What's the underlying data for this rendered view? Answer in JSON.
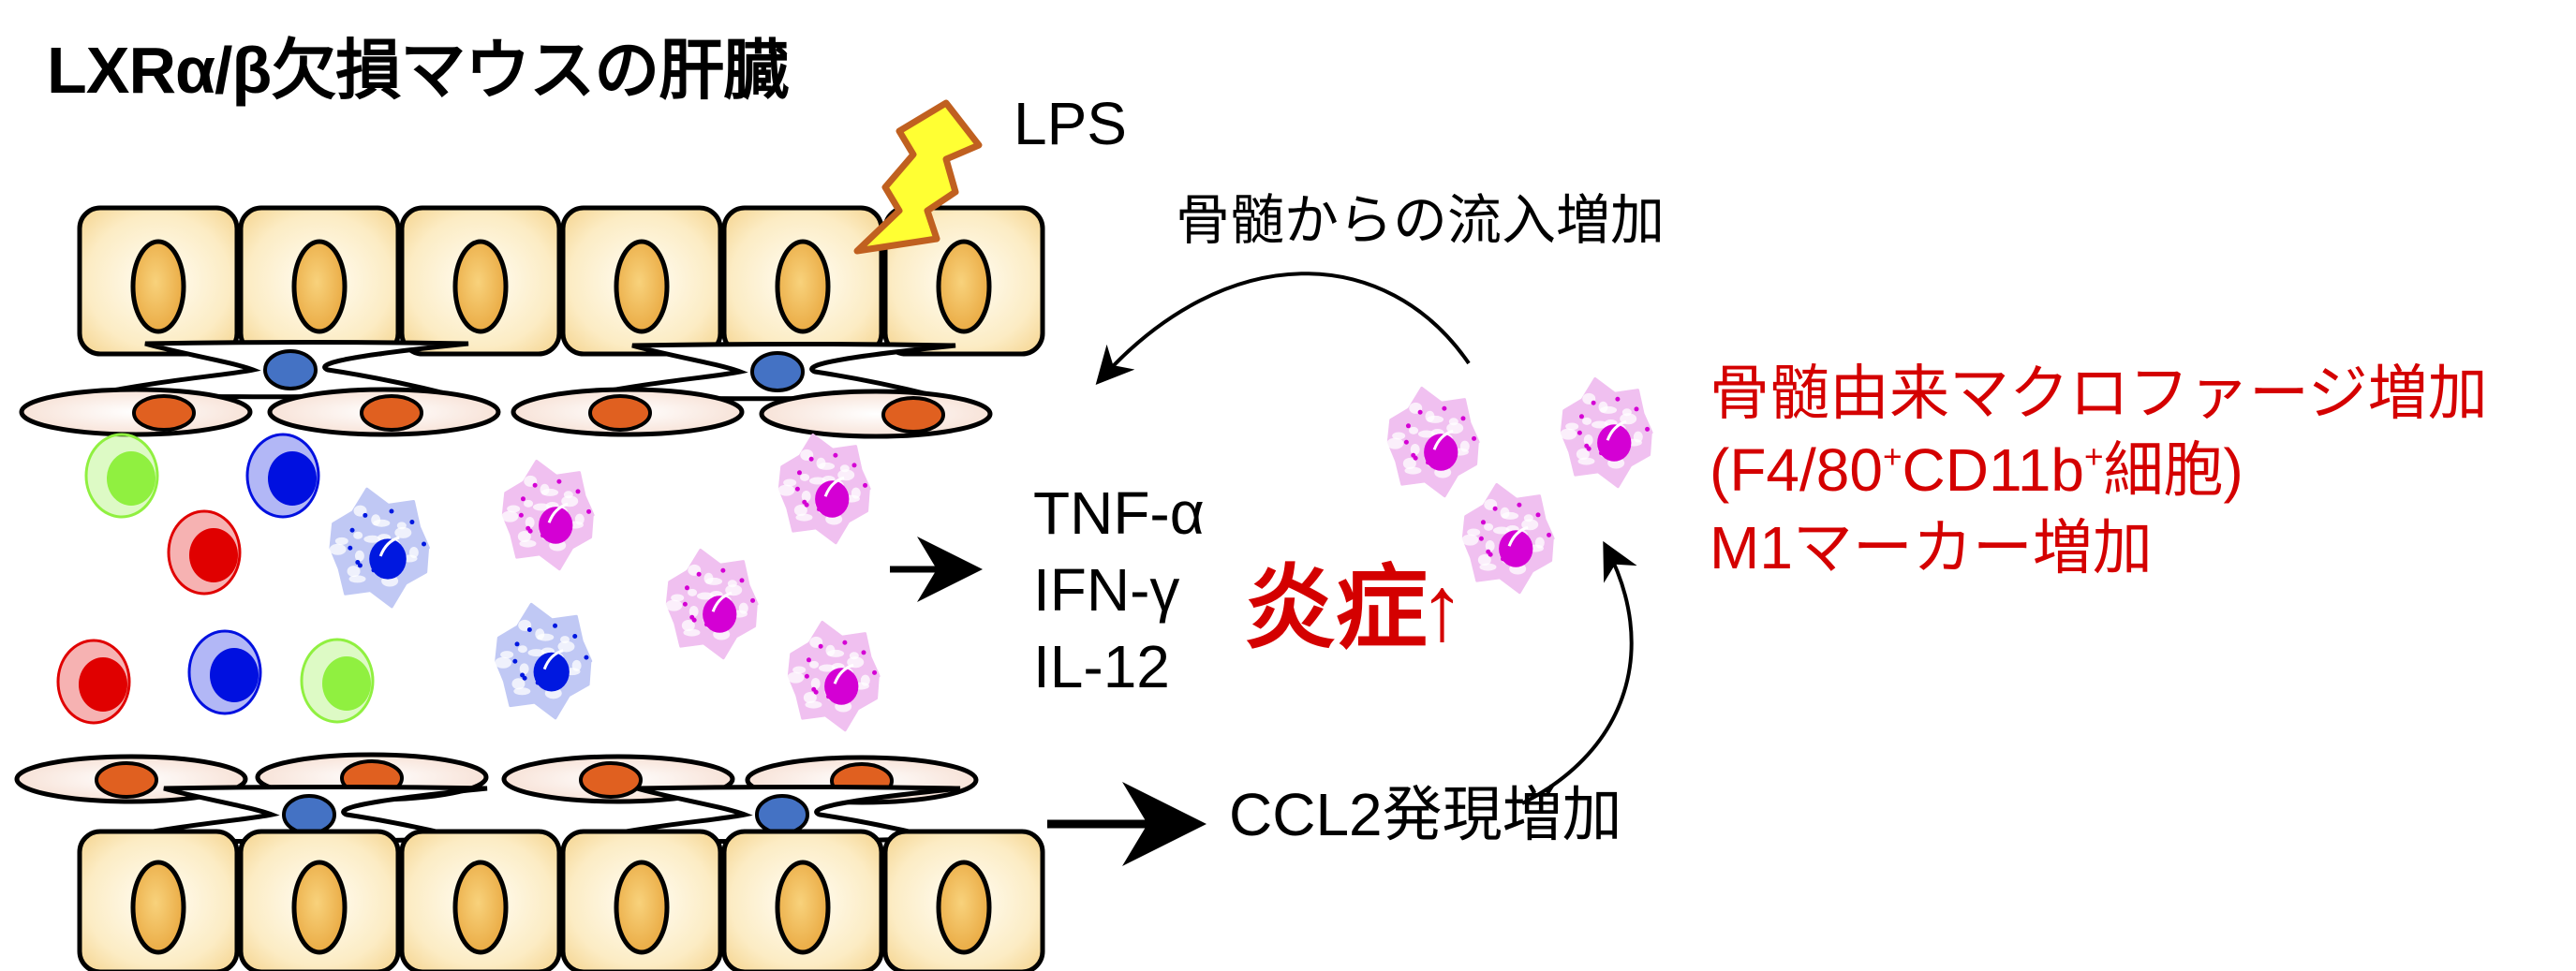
{
  "title": "LXRα/β欠損マウスの肝臓",
  "stimulus": {
    "label": "LPS",
    "icon": "lightning-bolt-icon"
  },
  "influx_label": "骨髄からの流入増加",
  "cytokines": [
    "TNF-α",
    "IFN-γ",
    "IL-12"
  ],
  "inflammation": {
    "label": "炎症",
    "arrow": "↑"
  },
  "macrophage_findings": {
    "line1": "骨髄由来マクロファージ増加",
    "line2_prefix": "(F4/80",
    "line2_sup1": "+",
    "line2_mid": "CD11b",
    "line2_sup2": "+",
    "line2_suffix": "細胞)",
    "line3": "M1マーカー増加"
  },
  "ccl2_label": "CCL2発現増加",
  "colors": {
    "hepatocyte_fill": "#fbe6b8",
    "hepatocyte_nucleus": "#f0b450",
    "stellate_nucleus": "#4472c4",
    "endothelial_nucleus": "#e06020",
    "macrophage_pink_body": "#f0c0f0",
    "macrophage_pink_nucleus": "#d400d4",
    "macrophage_blue_body": "#c0c8f4",
    "macrophage_blue_nucleus": "#0018e0",
    "lymph_green": "#90f040",
    "lymph_blue": "#0010e0",
    "lymph_red": "#e00000",
    "highlight_red": "#d40000",
    "lightning_fill": "#ffff33",
    "lightning_stroke": "#c06020"
  }
}
